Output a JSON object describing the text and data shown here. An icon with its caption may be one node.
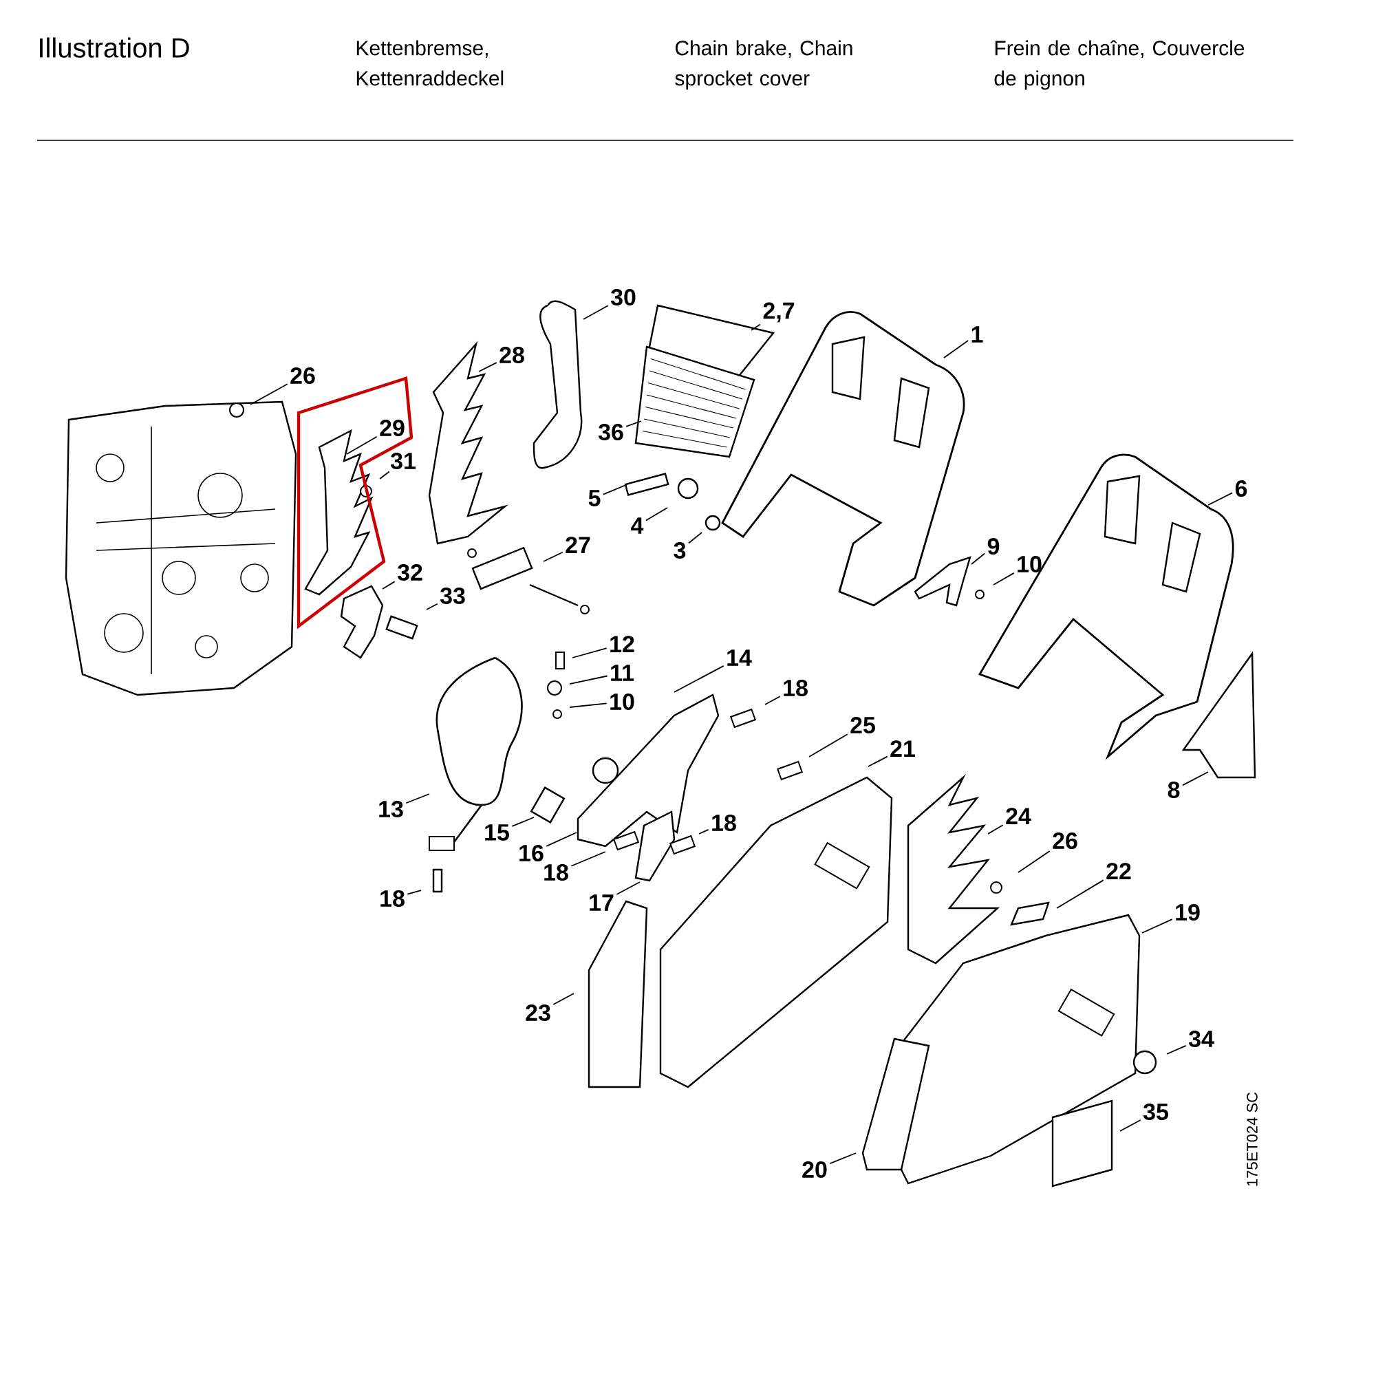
{
  "diagram": {
    "title": "Illustration  D",
    "nodes": [
      {
        "text": [
          "26"
        ]
      },
      {
        "text": [
          "29"
        ]
      },
      {
        "text": [
          "31"
        ]
      },
      {
        "text": [
          "30"
        ]
      },
      {
        "text": [
          "28"
        ]
      },
      {
        "text": [
          "2,7"
        ]
      },
      {
        "text": [
          "1"
        ]
      },
      {
        "text": [
          "36"
        ]
      },
      {
        "text": [
          "5"
        ]
      },
      {
        "text": [
          "4"
        ]
      },
      {
        "text": [
          "3"
        ]
      },
      {
        "text": [
          "27"
        ]
      },
      {
        "text": [
          "32"
        ]
      },
      {
        "text": [
          "33"
        ]
      },
      {
        "text": [
          "6"
        ]
      },
      {
        "text": [
          "9"
        ]
      },
      {
        "text": [
          "10"
        ]
      },
      {
        "text": [
          "12"
        ]
      },
      {
        "text": [
          "11"
        ]
      },
      {
        "text": [
          "10"
        ]
      },
      {
        "text": [
          "14"
        ]
      },
      {
        "text": [
          "18"
        ]
      },
      {
        "text": [
          "13"
        ]
      },
      {
        "text": [
          "15"
        ]
      },
      {
        "text": [
          "16"
        ]
      },
      {
        "text": [
          "18"
        ]
      },
      {
        "text": [
          "17"
        ]
      },
      {
        "text": [
          "18"
        ]
      },
      {
        "text": [
          "18"
        ]
      },
      {
        "text": [
          "25"
        ]
      },
      {
        "text": [
          "21"
        ]
      },
      {
        "text": [
          "24"
        ]
      },
      {
        "text": [
          "26"
        ]
      },
      {
        "text": [
          "22"
        ]
      },
      {
        "text": [
          "19"
        ]
      },
      {
        "text": [
          "8"
        ]
      },
      {
        "text": [
          "23"
        ]
      },
      {
        "text": [
          "34"
        ]
      },
      {
        "text": [
          "35"
        ]
      },
      {
        "text": [
          "20"
        ]
      }
    ],
    "edges": [
      {
        "from": 0,
        "to": null,
        "arrow": "none"
      },
      {
        "from": 1,
        "to": null,
        "arrow": "none"
      },
      {
        "from": 2,
        "to": null,
        "arrow": "none"
      },
      {
        "from": 3,
        "to": null,
        "arrow": "none"
      },
      {
        "from": 4,
        "to": null,
        "arrow": "none"
      },
      {
        "from": 5,
        "to": null,
        "arrow": "none"
      },
      {
        "from": 6,
        "to": null,
        "arrow": "none"
      },
      {
        "from": 7,
        "to": null,
        "arrow": "none"
      },
      {
        "from": 8,
        "to": null,
        "arrow": "none"
      },
      {
        "from": 9,
        "to": null,
        "arrow": "none"
      },
      {
        "from": 10,
        "to": null,
        "arrow": "none"
      },
      {
        "from": 11,
        "to": null,
        "arrow": "none"
      },
      {
        "from": 12,
        "to": null,
        "arrow": "none"
      },
      {
        "from": 13,
        "to": null,
        "arrow": "none"
      },
      {
        "from": 14,
        "to": null,
        "arrow": "none"
      },
      {
        "from": 15,
        "to": null,
        "arrow": "none"
      },
      {
        "from": 16,
        "to": null,
        "arrow": "none"
      },
      {
        "from": 17,
        "to": null,
        "arrow": "none"
      },
      {
        "from": 18,
        "to": null,
        "arrow": "none"
      },
      {
        "from": 19,
        "to": null,
        "arrow": "none"
      },
      {
        "from": 20,
        "to": null,
        "arrow": "none"
      },
      {
        "from": 21,
        "to": null,
        "arrow": "none"
      },
      {
        "from": 22,
        "to": null,
        "arrow": "none"
      },
      {
        "from": 23,
        "to": null,
        "arrow": "none"
      },
      {
        "from": 24,
        "to": null,
        "arrow": "none"
      },
      {
        "from": 25,
        "to": null,
        "arrow": "none"
      },
      {
        "from": 26,
        "to": null,
        "arrow": "none"
      },
      {
        "from": 27,
        "to": null,
        "arrow": "none"
      },
      {
        "from": 28,
        "to": null,
        "arrow": "none"
      },
      {
        "from": 29,
        "to": null,
        "arrow": "none"
      },
      {
        "from": 30,
        "to": null,
        "arrow": "none"
      },
      {
        "from": 31,
        "to": null,
        "arrow": "none"
      },
      {
        "from": 32,
        "to": null,
        "arrow": "none"
      },
      {
        "from": 33,
        "to": null,
        "arrow": "none"
      },
      {
        "from": 34,
        "to": null,
        "arrow": "none"
      },
      {
        "from": 35,
        "to": null,
        "arrow": "none"
      },
      {
        "from": 36,
        "to": null,
        "arrow": "none"
      },
      {
        "from": 37,
        "to": null,
        "arrow": "none"
      },
      {
        "from": 38,
        "to": null,
        "arrow": "none"
      },
      {
        "from": 39,
        "to": null,
        "arrow": "none"
      }
    ],
    "labels": [
      "Kettenbremse, Kettenraddeckel",
      "Chain brake, Chain sprocket cover",
      "Frein de chaîne, Couvercle de pignon",
      "175ET024 SC"
    ]
  }
}
